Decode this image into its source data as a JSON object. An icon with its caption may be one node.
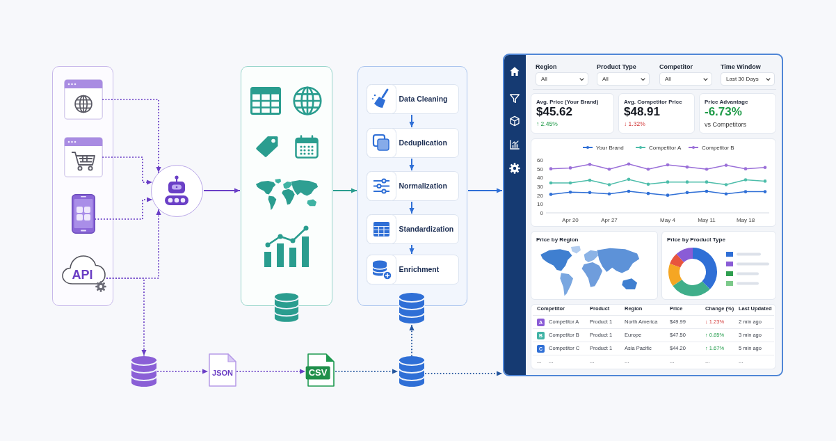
{
  "diagram": {
    "nodes": [
      {
        "text": [],
        "shape": "box"
      },
      {
        "text": [],
        "shape": "picture",
        "in": 0
      },
      {
        "text": [],
        "shape": "picture",
        "in": 0
      },
      {
        "text": [],
        "shape": "picture",
        "in": 0
      },
      {
        "text": [
          "API"
        ],
        "in": 0
      },
      {
        "text": [],
        "shape": "circle"
      },
      {
        "text": [],
        "shape": "box"
      },
      {
        "text": [],
        "shape": "cylinder"
      },
      {
        "text": [],
        "shape": "box"
      },
      {
        "text": [
          "Data Cleaning"
        ],
        "in": 8
      },
      {
        "text": [
          "Deduplication"
        ],
        "in": 8
      },
      {
        "text": [
          "Normalization"
        ],
        "in": 8
      },
      {
        "text": [
          "Standardization"
        ],
        "in": 8
      },
      {
        "text": [
          "Enrichment"
        ],
        "in": 8
      },
      {
        "text": [],
        "shape": "cylinder"
      },
      {
        "text": [],
        "shape": "box"
      },
      {
        "text": [
          "Region",
          "All"
        ],
        "in": 15
      },
      {
        "text": [
          "Product Type",
          "All"
        ],
        "in": 15
      },
      {
        "text": [
          "Competitor",
          "All"
        ],
        "in": 15
      },
      {
        "text": [
          "Time Window",
          "Last 30 Days"
        ],
        "in": 15
      },
      {
        "text": [
          "Avg. Price (Your Brand)",
          "$45.62",
          "↑ 2.45%"
        ],
        "in": 15
      },
      {
        "text": [
          "Avg. Competitor Price",
          "$48.91",
          "↓ 1.32%"
        ],
        "in": 15
      },
      {
        "text": [
          "Price Advantage",
          "-6.73%",
          "vs Competitors"
        ],
        "in": 15
      },
      {
        "text": [
          "Price by Region"
        ],
        "in": 15
      },
      {
        "text": [
          "Price by Product Type"
        ],
        "in": 15
      },
      {
        "text": [],
        "shape": "cylinder"
      },
      {
        "text": [
          "JSON"
        ]
      },
      {
        "text": [
          "CSV"
        ]
      },
      {
        "text": [],
        "shape": "cylinder"
      }
    ],
    "edges": [
      {
        "from": 1,
        "to": 5,
        "arrow": "to",
        "style": "dashed"
      },
      {
        "from": 2,
        "to": 5,
        "arrow": "to",
        "style": "dashed"
      },
      {
        "from": 3,
        "to": 5,
        "arrow": "to",
        "style": "dashed"
      },
      {
        "from": 4,
        "to": 5,
        "arrow": "to",
        "style": "dashed"
      },
      {
        "from": 4,
        "to": 25,
        "arrow": "to",
        "style": "dashed"
      },
      {
        "from": 5,
        "to": 6,
        "arrow": "to"
      },
      {
        "from": 6,
        "to": 8,
        "arrow": "to",
        "color": "#2a9d8f"
      },
      {
        "from": 8,
        "to": 15,
        "arrow": "to",
        "color": "#2f6fd6"
      },
      {
        "from": 9,
        "to": 10,
        "arrow": "to",
        "color": "#2f6fd6"
      },
      {
        "from": 10,
        "to": 11,
        "arrow": "to",
        "color": "#2f6fd6"
      },
      {
        "from": 11,
        "to": 12,
        "arrow": "to",
        "color": "#2f6fd6"
      },
      {
        "from": 12,
        "to": 13,
        "arrow": "to",
        "color": "#2f6fd6"
      },
      {
        "from": 25,
        "to": 26,
        "arrow": "to",
        "style": "dashed"
      },
      {
        "from": 26,
        "to": 27,
        "arrow": "to",
        "style": "dashed"
      },
      {
        "from": 27,
        "to": 28,
        "arrow": "to",
        "style": "dashed",
        "color": "#24569e"
      },
      {
        "from": 28,
        "to": 14,
        "arrow": "to",
        "style": "dashed",
        "color": "#24569e"
      },
      {
        "from": 28,
        "to": 15,
        "arrow": "to",
        "style": "dashed",
        "color": "#24569e"
      }
    ],
    "labels": [
      "Competitor",
      "Product",
      "Region",
      "Price",
      "Change (%)",
      "Last Updated",
      "A",
      "Competitor A",
      "Product 1",
      "North America",
      "$49.99",
      "↓ 1.23%",
      "2 min ago",
      "B",
      "Competitor B",
      "Product 1",
      "Europe",
      "$47.50",
      "↑ 0.85%",
      "3 min ago",
      "C",
      "Competitor C",
      "Product 1",
      "Asia Pacific",
      "$44.20",
      "↑ 1.67%",
      "5 min ago",
      "...",
      "...",
      "...",
      "...",
      "...",
      "...",
      "..."
    ],
    "chart_data": {
      "type": "line",
      "categories": [
        null,
        "Apr 20",
        null,
        "Apr 27",
        null,
        null,
        "May 4",
        null,
        "May 11",
        null,
        "May 18",
        null
      ],
      "ylim": [
        0,
        60
      ],
      "yticks": [
        0,
        10,
        20,
        30,
        40,
        50,
        60
      ],
      "legend": "top",
      "series": [
        {
          "name": "Your Brand",
          "color": "#2f6fd6",
          "values": [
            21,
            23.5,
            23,
            21.5,
            24.5,
            22,
            20,
            23,
            24.5,
            21.5,
            24,
            24
          ]
        },
        {
          "name": "Competitor A",
          "color": "#4dbdaa",
          "values": [
            34,
            34,
            37,
            32,
            38,
            32.5,
            35,
            35,
            35,
            32,
            37.5,
            36
          ]
        },
        {
          "name": "Competitor B",
          "color": "#9a6fd8",
          "values": [
            50,
            51,
            55,
            49.5,
            55.5,
            49.5,
            54.5,
            52,
            49.5,
            54,
            50,
            51.5
          ]
        }
      ]
    }
  }
}
